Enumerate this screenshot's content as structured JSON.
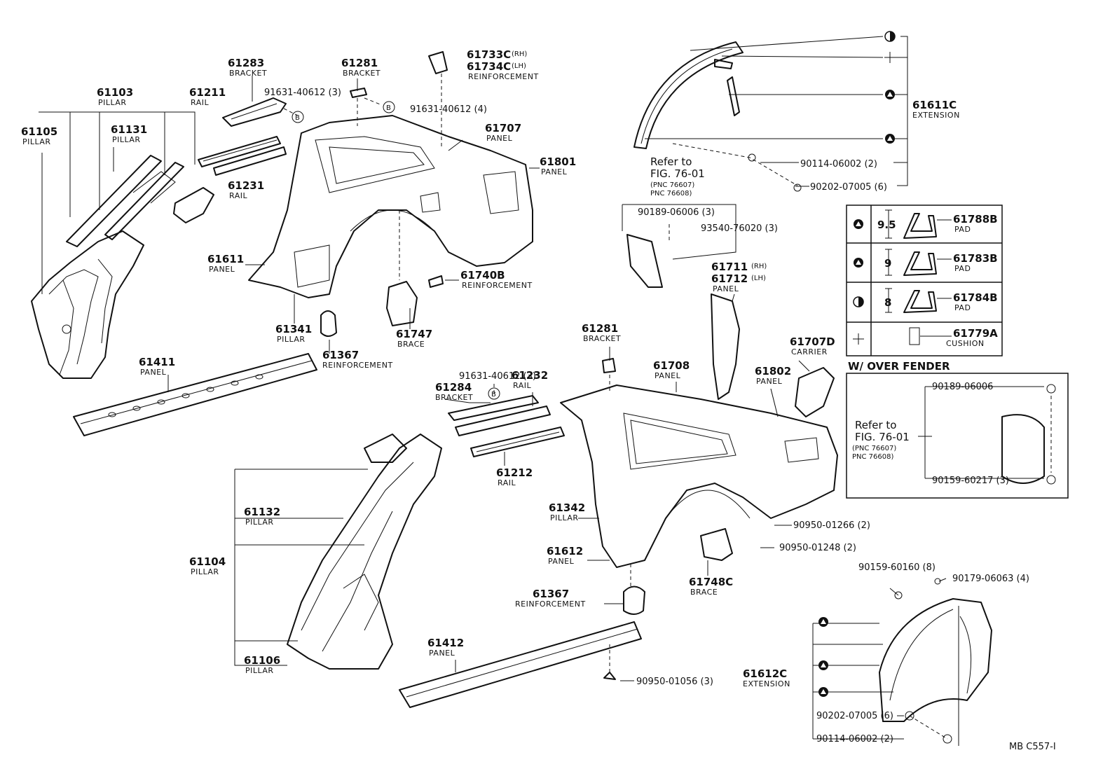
{
  "callouts": [
    {
      "id": "61283",
      "name": "BRACKET"
    },
    {
      "id": "61281",
      "name": "BRACKET"
    },
    {
      "id": "61733C",
      "suffix": "(RH)"
    },
    {
      "id": "61734C",
      "suffix": "(LH)",
      "name": "REINFORCEMENT"
    },
    {
      "id": "61103",
      "name": "PILLAR"
    },
    {
      "id": "61211",
      "name": "RAIL"
    },
    {
      "id": "61105",
      "name": "PILLAR"
    },
    {
      "id": "61131",
      "name": "PILLAR"
    },
    {
      "id": "61231",
      "name": "RAIL"
    },
    {
      "id": "61707",
      "name": "PANEL"
    },
    {
      "id": "61801",
      "name": "PANEL"
    },
    {
      "id": "61611",
      "name": "PANEL"
    },
    {
      "id": "61740B",
      "name": "REINFORCEMENT"
    },
    {
      "id": "61341",
      "name": "PILLAR"
    },
    {
      "id": "61747",
      "name": "BRACE"
    },
    {
      "id": "61367",
      "name": "REINFORCEMENT"
    },
    {
      "id": "61411",
      "name": "PANEL"
    },
    {
      "id": "61232",
      "name": "RAIL"
    },
    {
      "id": "61284",
      "name": "BRACKET"
    },
    {
      "id": "61212",
      "name": "RAIL"
    },
    {
      "id": "61132",
      "name": "PILLAR"
    },
    {
      "id": "61104",
      "name": "PILLAR"
    },
    {
      "id": "61106",
      "name": "PILLAR"
    },
    {
      "id": "61412",
      "name": "PANEL"
    },
    {
      "id": "61281",
      "name": "BRACKET"
    },
    {
      "id": "61708",
      "name": "PANEL"
    },
    {
      "id": "61711",
      "suffix": "(RH)"
    },
    {
      "id": "61712",
      "suffix": "(LH)",
      "name": "PANEL"
    },
    {
      "id": "61707D",
      "name": "CARRIER"
    },
    {
      "id": "61802",
      "name": "PANEL"
    },
    {
      "id": "61342",
      "name": "PILLAR"
    },
    {
      "id": "61612",
      "name": "PANEL"
    },
    {
      "id": "61367",
      "name": "REINFORCEMENT"
    },
    {
      "id": "61748C",
      "name": "BRACE"
    },
    {
      "id": "61611C",
      "name": "EXTENSION"
    },
    {
      "id": "61612C",
      "name": "EXTENSION"
    }
  ],
  "fasteners": [
    "91631-40612 (3)",
    "91631-40612 (4)",
    "91631-40612 (3)",
    "90114-06002 (2)",
    "90202-07005 (6)",
    "90189-06006 (3)",
    "93540-76020 (3)",
    "90950-01266 (2)",
    "90950-01248 (2)",
    "90950-01056 (3)",
    "90159-60160 (8)",
    "90179-06063 (4)",
    "90202-07005 (6)",
    "90114-06002 (2)"
  ],
  "b_mark": "B",
  "refer_top": {
    "line1": "Refer to",
    "line2": "FIG. 76-01",
    "line3": "(PNC 76607)",
    "line4": "PNC 76608)"
  },
  "legend": {
    "rows": [
      {
        "symbol": "triangle-circle",
        "dimension": "9.5",
        "part": "61788B",
        "name": "PAD"
      },
      {
        "symbol": "triangle-circle",
        "dimension": "9",
        "part": "61783B",
        "name": "PAD"
      },
      {
        "symbol": "half-circle",
        "dimension": "8",
        "part": "61784B",
        "name": "PAD"
      },
      {
        "symbol": "cross",
        "dimension": "",
        "part": "61779A",
        "name": "CUSHION"
      }
    ]
  },
  "over_fender": {
    "title": "W/ OVER  FENDER",
    "fastener_top": "90189-06006",
    "fastener_bottom": "90159-60217 (3)",
    "refer": {
      "line1": "Refer to",
      "line2": "FIG. 76-01",
      "line3": "(PNC 76607)",
      "line4": "PNC 76608)"
    }
  },
  "figure_code": "MB  C557-I"
}
